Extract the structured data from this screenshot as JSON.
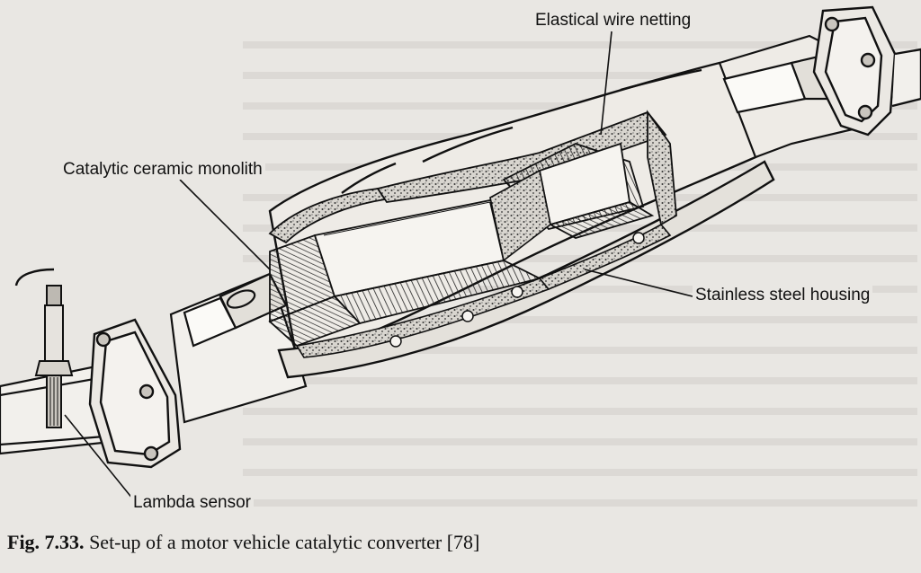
{
  "labels": {
    "wire_netting": "Elastical wire netting",
    "monolith": "Catalytic ceramic monolith",
    "housing": "Stainless steel housing",
    "lambda_sensor": "Lambda sensor"
  },
  "caption": {
    "figure_number": "Fig. 7.33.",
    "text": "Set-up of a motor vehicle catalytic converter [78]"
  }
}
